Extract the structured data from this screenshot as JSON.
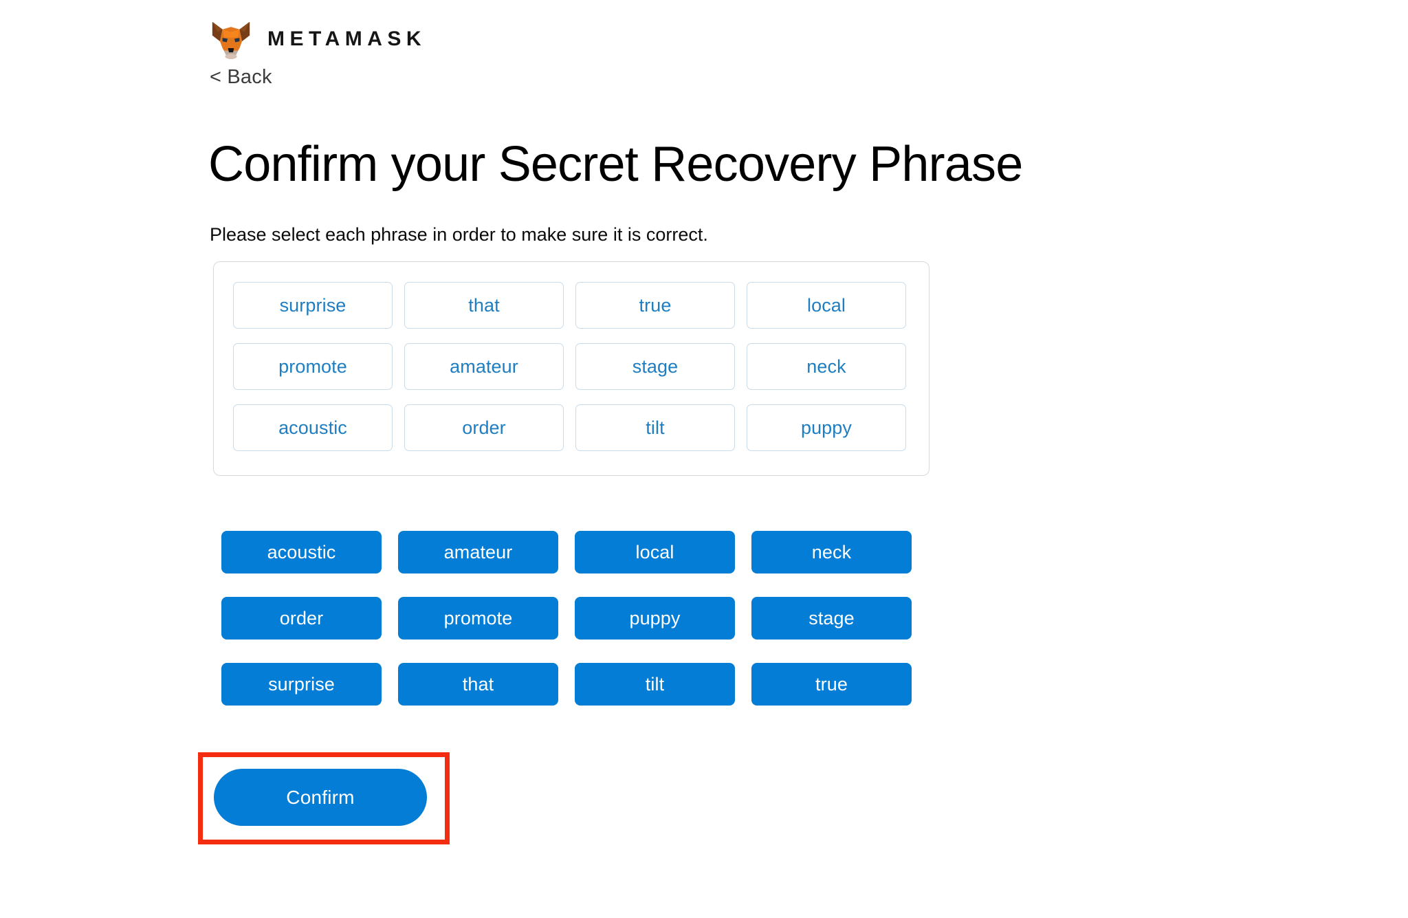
{
  "brand": {
    "wordmark": "METAMASK",
    "logo_icon": "metamask-fox-icon",
    "colors": {
      "fox_orange": "#e2761b",
      "fox_light_orange": "#f5841f",
      "fox_dark_brown": "#763d16",
      "fox_grey": "#d7c1b3"
    }
  },
  "nav": {
    "back_label": "< Back"
  },
  "page": {
    "title": "Confirm your Secret Recovery Phrase",
    "subtitle": "Please select each phrase in order to make sure it is correct."
  },
  "phrase_panel": {
    "chips": [
      {
        "label": "surprise"
      },
      {
        "label": "that"
      },
      {
        "label": "true"
      },
      {
        "label": "local"
      },
      {
        "label": "promote"
      },
      {
        "label": "amateur"
      },
      {
        "label": "stage"
      },
      {
        "label": "neck"
      },
      {
        "label": "acoustic"
      },
      {
        "label": "order"
      },
      {
        "label": "tilt"
      },
      {
        "label": "puppy"
      }
    ]
  },
  "word_bank": {
    "words": [
      {
        "label": "acoustic"
      },
      {
        "label": "amateur"
      },
      {
        "label": "local"
      },
      {
        "label": "neck"
      },
      {
        "label": "order"
      },
      {
        "label": "promote"
      },
      {
        "label": "puppy"
      },
      {
        "label": "stage"
      },
      {
        "label": "surprise"
      },
      {
        "label": "that"
      },
      {
        "label": "tilt"
      },
      {
        "label": "true"
      }
    ]
  },
  "actions": {
    "confirm_label": "Confirm"
  },
  "theme": {
    "accent_blue": "#037dd6",
    "chip_text_blue": "#1e7ec1",
    "chip_border": "#c9dcea",
    "panel_border": "#d6d9dc",
    "highlight_red": "#f42d10",
    "text_dark": "#000000",
    "back_grey": "#3b3b3b"
  }
}
